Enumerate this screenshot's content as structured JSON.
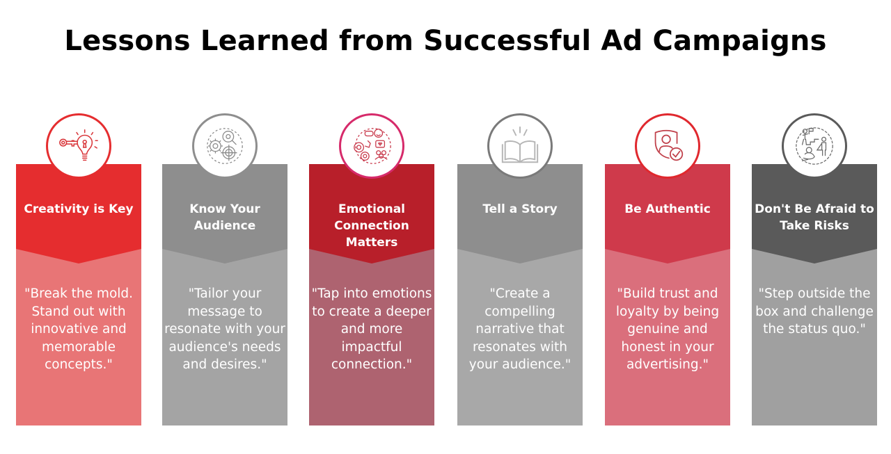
{
  "title": "Lessons Learned from Successful Ad Campaigns",
  "cards": [
    {
      "heading": "Creativity is Key",
      "body": "\"Break the mold. Stand out with innovative and memorable concepts.\"",
      "icon": "key-lightbulb-icon",
      "colors": {
        "top": "#e52d2f",
        "bottom": "#e87576",
        "ring": "#e52d2f",
        "icon": "#d9363a"
      }
    },
    {
      "heading": "Know Your Audience",
      "body": "\"Tailor your message to resonate with your audience's needs and desires.\"",
      "icon": "audience-target-icon",
      "colors": {
        "top": "#8e8e8e",
        "bottom": "#a4a4a4",
        "ring": "#8e8e8e",
        "icon": "#8a8a8a"
      }
    },
    {
      "heading": "Emotional Connection Matters",
      "body": "\"Tap into emotions to create a deeper and more impactful connection.\"",
      "icon": "emotions-people-icon",
      "colors": {
        "top": "#b81f2a",
        "bottom": "#ae6370",
        "ring": "#d62a6a",
        "icon": "#c8384a"
      }
    },
    {
      "heading": "Tell a Story",
      "body": "\"Create a compelling narrative that resonates with your audience.\"",
      "icon": "open-book-icon",
      "colors": {
        "top": "#8e8e8e",
        "bottom": "#a8a8a8",
        "ring": "#7a7a7a",
        "icon": "#b5b5b5"
      }
    },
    {
      "heading": "Be Authentic",
      "body": "\"Build trust and loyalty by being genuine and honest in your advertising.\"",
      "icon": "shield-user-check-icon",
      "colors": {
        "top": "#cf3a4b",
        "bottom": "#da6f7c",
        "ring": "#e0282e",
        "icon": "#c0404a"
      }
    },
    {
      "heading": "Don't Be Afraid to Take Risks",
      "body": "\"Step outside the box and challenge the status quo.\"",
      "icon": "risk-hero-icon",
      "colors": {
        "top": "#5a5a5a",
        "bottom": "#a0a0a0",
        "ring": "#5a5a5a",
        "icon": "#6a6a6a"
      }
    }
  ]
}
